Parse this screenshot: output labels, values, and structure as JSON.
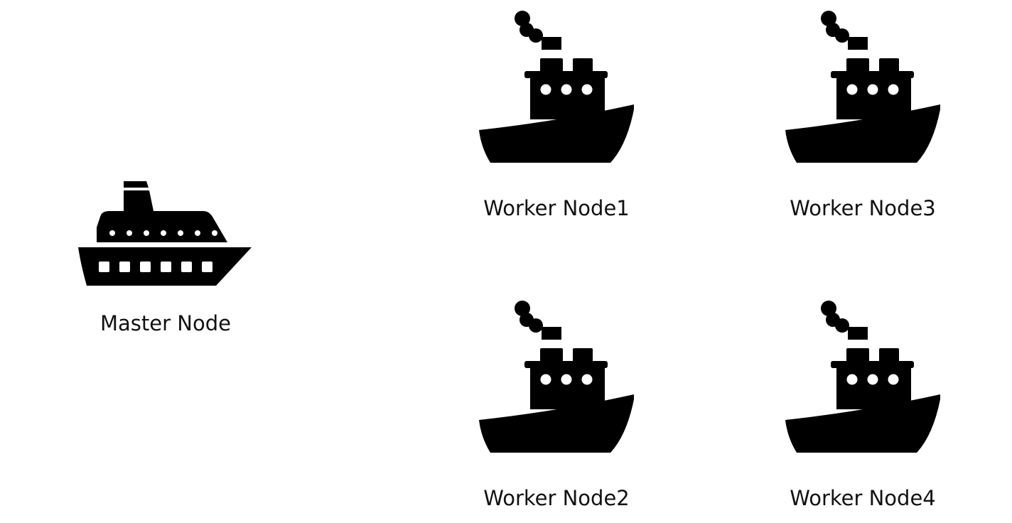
{
  "master": {
    "label": "Master Node",
    "icon": "cruise-ship-icon"
  },
  "workers": [
    {
      "label": "Worker Node1",
      "icon": "tugboat-icon"
    },
    {
      "label": "Worker Node2",
      "icon": "tugboat-icon"
    },
    {
      "label": "Worker Node3",
      "icon": "tugboat-icon"
    },
    {
      "label": "Worker Node4",
      "icon": "tugboat-icon"
    }
  ],
  "colors": {
    "icon": "#000000",
    "text": "#111111",
    "background": "#ffffff"
  }
}
